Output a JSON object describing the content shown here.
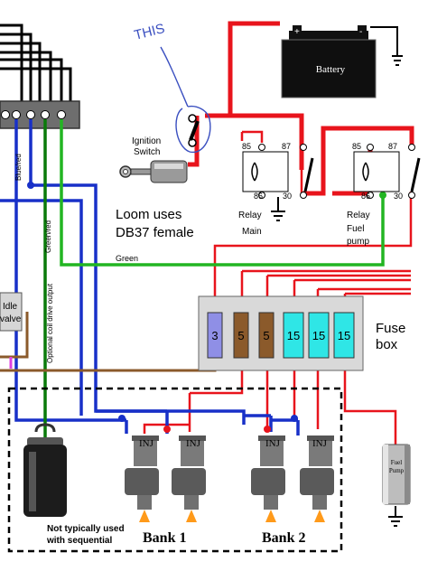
{
  "annotation": {
    "handwritten_note": "THIS"
  },
  "components": {
    "battery": {
      "label": "Battery"
    },
    "ignition_switch": {
      "label_line1": "Ignition",
      "label_line2": "Switch"
    },
    "relay_main": {
      "label": "Relay",
      "sublabel": "Main",
      "pins": {
        "p85": "85",
        "p87": "87",
        "p86": "86",
        "p30": "30"
      }
    },
    "relay_fuel": {
      "label": "Relay",
      "sublabel_line1": "Fuel",
      "sublabel_line2": "pump",
      "pins": {
        "p85": "85",
        "p87": "87",
        "p86": "86",
        "p30": "30"
      }
    },
    "fuse_box": {
      "label_line1": "Fuse",
      "label_line2": "box",
      "fuses": [
        "3",
        "5",
        "5",
        "15",
        "15",
        "15"
      ]
    },
    "idle_valve": {
      "label_line1": "Idle",
      "label_line2": "valve"
    },
    "coil": {
      "note_line1": "Not typically used",
      "note_line2": "with sequential"
    },
    "injectors": {
      "label": "INJ"
    },
    "banks": {
      "bank1": "Bank 1",
      "bank2": "Bank 2"
    },
    "fuel_pump": {
      "label_line1": "Fuel",
      "label_line2": "Pump"
    }
  },
  "loom": {
    "note_line1": "Loom uses",
    "note_line2": "DB37 female"
  },
  "wires": {
    "blue_red": "Blue/red",
    "green_red": "Green/red",
    "green": "Green",
    "coil_output": "Optional coil drive output"
  },
  "colors": {
    "power": "#e8141c",
    "ground": "#000000",
    "blue": "#1830c8",
    "green": "#22b522",
    "darkgreen": "#0a7a0a",
    "brown": "#8b5a2b",
    "fuse_violet": "#8f8fe6",
    "fuse_brown": "#8b5a2b",
    "fuse_cyan": "#2fe6e6",
    "annotation_ink": "#3a4fc0"
  }
}
